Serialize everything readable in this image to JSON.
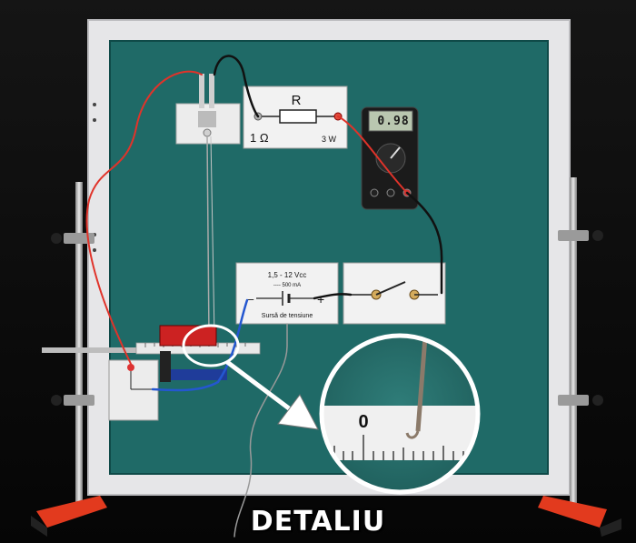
{
  "resistor_module": {
    "symbol": "R",
    "resistance": "1 Ω",
    "power": "3 W"
  },
  "multimeter": {
    "display": "0.98"
  },
  "power_supply": {
    "range": "1,5 - 12 Vcc",
    "current": "---- 500 mA",
    "minus": "–",
    "plus": "+",
    "label": "Sursă de tensiune"
  },
  "detail": {
    "scale_zero": "0"
  },
  "caption": "DETALIU"
}
